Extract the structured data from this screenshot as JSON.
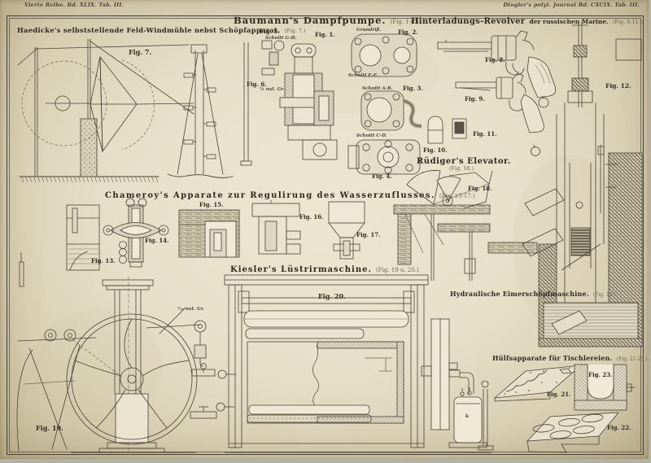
{
  "plate": {
    "header_left": "Vierte Reihe. Bd. XLIX. Tab. III.",
    "header_right": "Dingler's polyt. Journal Bd. CXCIX. Tab. III."
  },
  "sections": {
    "windmill": {
      "title": "Haedicke's selbststellende Feld-Windmühle nebst Schöpfapparat.",
      "figref": "(Fig. 7.)"
    },
    "pump": {
      "title": "Baumann's Dampfpumpe.",
      "figref": "(Fig. 1-6.)"
    },
    "revolver": {
      "title": "Hinterladungs-Revolver",
      "subtitle": "der russischen Marine.",
      "figref": "(Fig. 8-11.)"
    },
    "chameroy": {
      "title": "Chameroy's Apparate zur Regulirung des Wasserzuflusses.",
      "figref": "(Fig. 13-17.)"
    },
    "elevator": {
      "title": "Rüdiger's Elevator.",
      "figref": "(Fig. 18.)"
    },
    "kiesler": {
      "title": "Kiesler's Lüstrirmaschine.",
      "figref": "(Fig. 19 u. 20.)"
    },
    "hydraulic": {
      "title": "Hydraulische Eimerschöpfmaschine.",
      "figref": "(Fig. 12.)"
    },
    "joinery": {
      "title": "Hülfsapparate für Tischlereien.",
      "figref": "(Fig. 21-23.)"
    }
  },
  "figure_labels": {
    "fig1": "Fig. 1.",
    "fig2": "Fig. 2.",
    "fig3": "Fig. 3.",
    "fig4": "Fig. 4.",
    "fig5": "Fig. 5.",
    "fig6": "Fig. 6.",
    "fig7": "Fig. 7.",
    "fig8": "Fig. 8.",
    "fig9": "Fig. 9.",
    "fig10": "Fig. 10.",
    "fig11": "Fig. 11.",
    "fig12": "Fig. 12.",
    "fig13": "Fig. 13.",
    "fig14": "Fig. 14.",
    "fig15": "Fig. 15.",
    "fig16": "Fig. 16.",
    "fig17": "Fig. 17.",
    "fig18": "Fig. 18.",
    "fig19": "Fig. 19.",
    "fig20": "Fig. 20.",
    "fig21": "Fig. 21.",
    "fig22": "Fig. 22.",
    "fig23": "Fig. 23."
  },
  "annotations": {
    "schnitt_gh": "Schnitt G-H.",
    "grundriss": "Grundriß.",
    "schnitt_ef": "Schnitt E-F.",
    "schnitt_ab": "Schnitt A-B.",
    "schnitt_cd": "Schnitt C-D.",
    "scale_pump": "¼ nat. Gr.",
    "scale_kiesler": "¹⁄₁₀ nat. Gr.",
    "boiler_k": "k"
  },
  "colors": {
    "paper": "#e8e1cb",
    "paper_edge": "#c2b795",
    "ink": "#4a4338"
  }
}
